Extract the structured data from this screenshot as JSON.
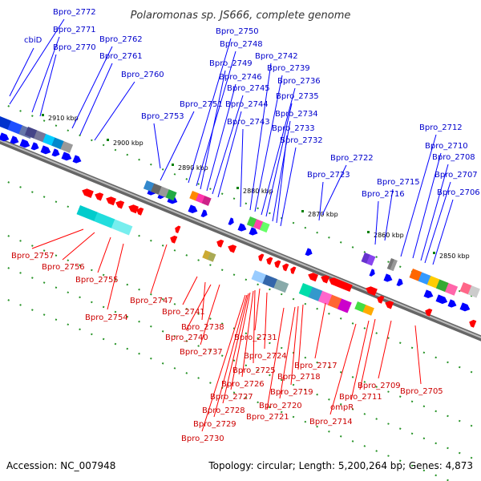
{
  "title": "Polaromonas sp. JS666, complete genome",
  "footer": {
    "accession": "Accession: NC_007948",
    "stats": "Topology: circular; Length: 5,200,264 bp; Genes: 4,873"
  },
  "colors": {
    "forward": "#0000ff",
    "reverse": "#ff0000",
    "backbone": "#808080",
    "tick": "#008000"
  },
  "ticks": [
    "2910 kbp",
    "2900 kbp",
    "2890 kbp",
    "2880 kbp",
    "2870 kbp",
    "2860 kbp",
    "2850 kbp"
  ],
  "forward_genes": [
    "Bpro_2772",
    "Bpro_2771",
    "cbiD",
    "Bpro_2770",
    "Bpro_2762",
    "Bpro_2761",
    "Bpro_2760",
    "Bpro_2753",
    "Bpro_2751",
    "Bpro_2750",
    "Bpro_2748",
    "Bpro_2749",
    "Bpro_2746",
    "Bpro_2745",
    "Bpro_2744",
    "Bpro_2743",
    "Bpro_2742",
    "Bpro_2739",
    "Bpro_2736",
    "Bpro_2735",
    "Bpro_2734",
    "Bpro_2733",
    "Bpro_2732",
    "Bpro_2722",
    "Bpro_2723",
    "Bpro_2716",
    "Bpro_2715",
    "Bpro_2712",
    "Bpro_2710",
    "Bpro_2708",
    "Bpro_2707",
    "Bpro_2706"
  ],
  "reverse_genes": [
    "Bpro_2757",
    "Bpro_2756",
    "Bpro_2755",
    "Bpro_2754",
    "Bpro_2747",
    "Bpro_2741",
    "Bpro_2738",
    "Bpro_2740",
    "Bpro_2737",
    "Bpro_2731",
    "Bpro_2724",
    "Bpro_2725",
    "Bpro_2726",
    "Bpro_2727",
    "Bpro_2728",
    "Bpro_2729",
    "Bpro_2730",
    "Bpro_2718",
    "Bpro_2717",
    "Bpro_2719",
    "Bpro_2720",
    "Bpro_2721",
    "ompR",
    "Bpro_2714",
    "Bpro_2711",
    "Bpro_2709",
    "Bpro_2705"
  ]
}
